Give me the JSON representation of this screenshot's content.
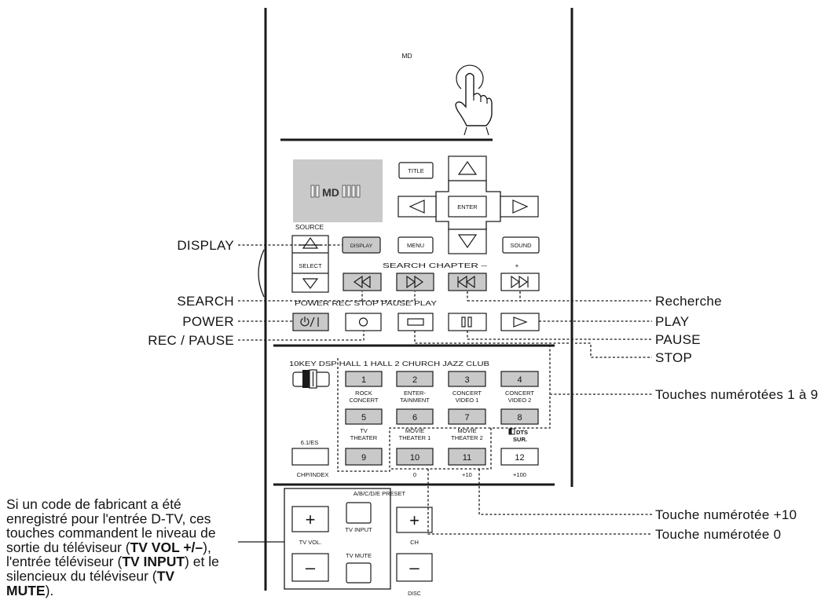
{
  "remote": {
    "md_label": "MD",
    "display_panel": "MD",
    "title": "TITLE",
    "enter": "ENTER",
    "source": "SOURCE",
    "select": "SELECT",
    "display": "DISPLAY",
    "menu": "MENU",
    "sound": "SOUND",
    "search_chapter": "SEARCH CHAPTER –",
    "search_plus": "+",
    "transport_row": "POWER REC STOP PAUSE PLAY",
    "dsp_row": "10KEY DSP HALL 1 HALL 2 CHURCH JAZZ CLUB",
    "number_keys": [
      "1",
      "2",
      "3",
      "4",
      "5",
      "6",
      "7",
      "8",
      "9",
      "10",
      "11",
      "12"
    ],
    "mode_labels": [
      [
        "ROCK",
        "CONCERT"
      ],
      [
        "ENTER-",
        "TAINMENT"
      ],
      [
        "CONCERT",
        "VIDEO 1"
      ],
      [
        "CONCERT",
        "VIDEO 2"
      ],
      [
        "TV",
        "THEATER"
      ],
      [
        "MOVIE",
        "THEATER 1"
      ],
      [
        "MOVIE",
        "THEATER 2"
      ],
      [
        "DTS",
        "SUR."
      ]
    ],
    "es_label": "6.1/ES",
    "bottom_labels": [
      "CHP/INDEX",
      "0",
      "+10",
      "+100"
    ],
    "preset": "A/B/C/D/E PRESET",
    "tv_vol": "TV VOL.",
    "tv_input": "TV INPUT",
    "tv_mute": "TV MUTE",
    "ch": "CH",
    "disc": "DISC",
    "plus_sign": "+",
    "minus_sign": "–"
  },
  "callouts": {
    "left": [
      "DISPLAY",
      "SEARCH",
      "POWER",
      "REC / PAUSE"
    ],
    "right": [
      "Recherche",
      "PLAY",
      "PAUSE",
      "STOP",
      "Touches numérotées 1 à 9",
      "Touche numérotée +10",
      "Touche numérotée 0"
    ]
  },
  "note": {
    "l1": "Si un code de fabricant a été",
    "l2": "enregistré pour l'entrée D-TV, ces",
    "l3": "touches commandent le niveau de",
    "l4": [
      "sortie du téléviseur (",
      "TV VOL +/–",
      "),"
    ],
    "l5": [
      "l'entrée téléviseur (",
      "TV INPUT",
      ") et le"
    ],
    "l6": [
      "silencieux du téléviseur (",
      "TV"
    ],
    "l7": [
      "MUTE",
      ")."
    ]
  },
  "icons": {
    "hand": "hand-press-icon",
    "up": "triangle-up-icon",
    "down": "triangle-down-icon",
    "left": "triangle-left-icon",
    "right": "triangle-right-icon",
    "search_back": "search-back-icon",
    "search_forward": "search-forward-icon",
    "chapter_prev": "chapter-previous-icon",
    "chapter_next": "chapter-next-icon",
    "power": "power-standby-icon",
    "rec": "record-icon",
    "stop": "stop-icon",
    "pause": "pause-icon",
    "play": "play-icon",
    "switch": "slide-switch-icon",
    "dts": "dts-logo-icon"
  },
  "colors": {
    "button_gray": "#c9c9c9",
    "line": "#1a1a1a",
    "panel": "#c9c9c9"
  }
}
